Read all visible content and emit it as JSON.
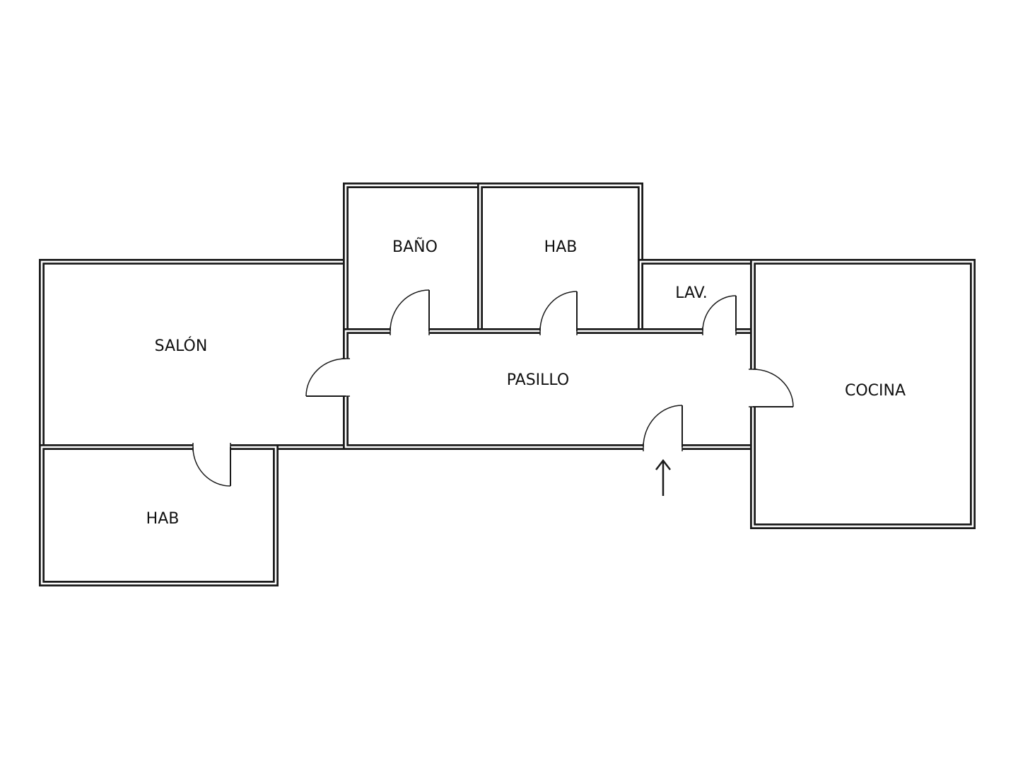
{
  "rooms": {
    "salon": "SALÓN",
    "bano": "BAÑO",
    "hab_top": "HAB",
    "lav": "LAV.",
    "pasillo": "PASILLO",
    "cocina": "COCINA",
    "hab_bottom": "HAB"
  },
  "colors": {
    "wall": "#1a1a1a",
    "background": "#ffffff",
    "text": "#111111"
  },
  "entrance_icon": "arrow-up-icon"
}
